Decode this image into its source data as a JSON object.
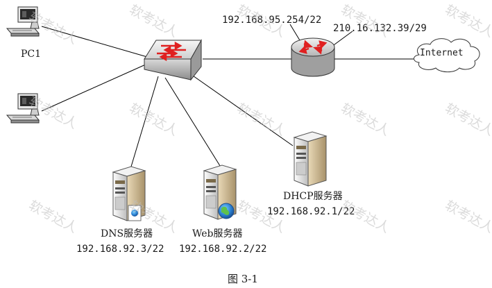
{
  "watermark": {
    "text": "软考达人",
    "color": "#bdbdbd"
  },
  "nodes": {
    "pc1": {
      "label": "PC1",
      "icon": "desktop-computer-icon"
    },
    "pc2": {
      "label": "",
      "icon": "desktop-computer-icon"
    },
    "switch": {
      "icon": "switch-icon"
    },
    "router": {
      "icon": "router-icon"
    },
    "internet": {
      "label": "Internet",
      "icon": "cloud-icon"
    },
    "dns_server": {
      "name": "DNS服务器",
      "ip": "192.168.92.3/22",
      "icon": "server-icon"
    },
    "web_server": {
      "name": "Web服务器",
      "ip": "192.168.92.2/22",
      "icon": "server-icon"
    },
    "dhcp_server": {
      "name": "DHCP服务器",
      "ip": "192.168.92.1/22",
      "icon": "server-icon"
    }
  },
  "interfaces": {
    "router_lan": "192.168.95.254/22",
    "router_wan": "210.16.132.39/29"
  },
  "figure_caption": "图 3-1",
  "colors": {
    "switch_arrows": "#e02020",
    "router_arrows": "#e02020",
    "line": "#000000"
  }
}
